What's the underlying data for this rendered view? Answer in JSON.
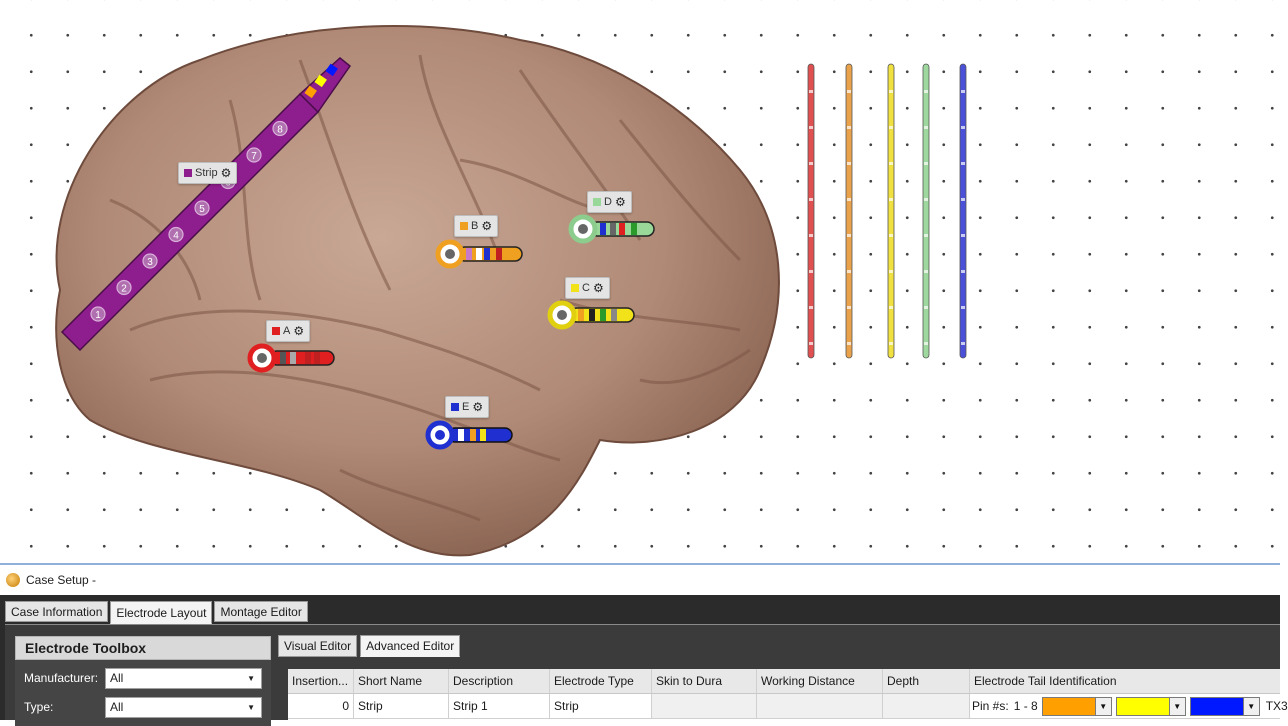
{
  "colors": {
    "strip": "#8e1d8e",
    "A": "#e02020",
    "B": "#f0a020",
    "C": "#f2e21a",
    "D": "#9ad89a",
    "E": "#2030d0",
    "legend_bars": [
      "#e05050",
      "#eaa24a",
      "#f0e040",
      "#9ed89e",
      "#4a50d8"
    ]
  },
  "electrode_labels": {
    "strip": "Strip",
    "A": "A",
    "B": "B",
    "C": "C",
    "D": "D",
    "E": "E"
  },
  "strip_contacts": [
    "1",
    "2",
    "3",
    "4",
    "5",
    "6",
    "7",
    "8"
  ],
  "case_setup": {
    "title": "Case Setup -"
  },
  "main_tabs": [
    {
      "label": "Case Information",
      "active": false
    },
    {
      "label": "Electrode Layout",
      "active": true
    },
    {
      "label": "Montage Editor",
      "active": false
    }
  ],
  "toolbox": {
    "title": "Electrode Toolbox",
    "manufacturer_label": "Manufacturer:",
    "manufacturer_value": "All",
    "type_label": "Type:",
    "type_value": "All"
  },
  "sub_tabs": [
    {
      "label": "Visual Editor",
      "active": false
    },
    {
      "label": "Advanced Editor",
      "active": true
    }
  ],
  "grid": {
    "columns": [
      "Insertion...",
      "Short Name",
      "Description",
      "Electrode Type",
      "Skin to Dura",
      "Working Distance",
      "Depth",
      "Electrode Tail Identification"
    ],
    "rows": [
      {
        "insertion": "0",
        "short_name": "Strip",
        "description": "Strip 1",
        "electrode_type": "Strip",
        "skin_to_dura": "",
        "working_distance": "",
        "depth": "",
        "pin_label": "Pin #s:",
        "pin_range": "1 - 8",
        "tail_colors": [
          "#ffa000",
          "#ffff00",
          "#0018ff"
        ],
        "tail_overflow": "TX3"
      }
    ]
  }
}
